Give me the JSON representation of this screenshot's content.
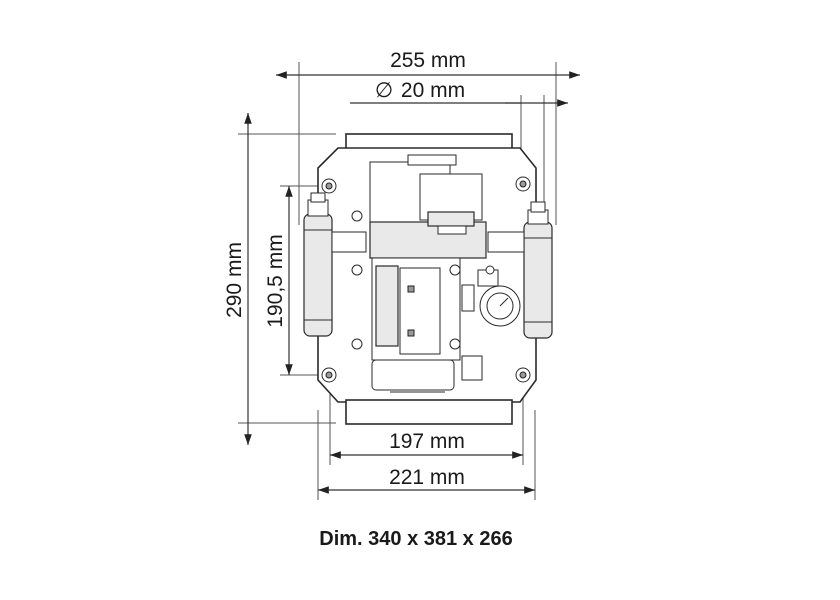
{
  "dimensions": {
    "width_total": "255 mm",
    "diameter": "20 mm",
    "diameter_symbol": "∅",
    "height_total": "290 mm",
    "height_inner": "190,5 mm",
    "width_inner": "197 mm",
    "width_base": "221 mm"
  },
  "caption": "Dim. 340 x 381 x 266"
}
